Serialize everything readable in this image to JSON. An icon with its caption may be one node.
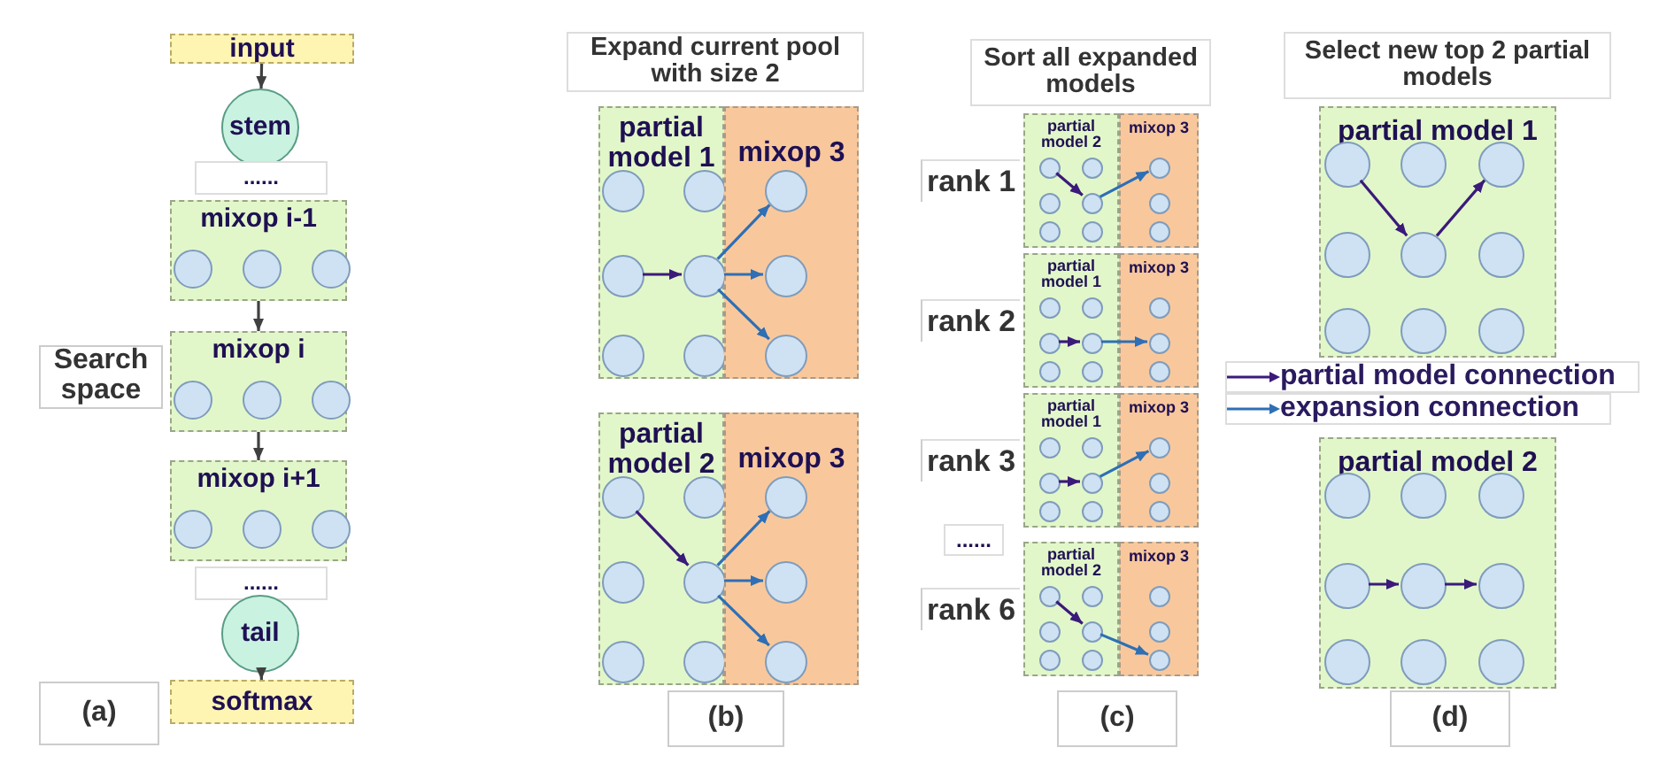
{
  "diagram": {
    "nodes": [
      {
        "text": [
          "input"
        ]
      },
      {
        "text": [
          "stem"
        ]
      },
      {
        "text": [
          "......"
        ]
      },
      {
        "text": [
          "mixop i-1"
        ]
      },
      {
        "text": [],
        "shape": "circle",
        "in": 3
      },
      {
        "text": [],
        "shape": "circle",
        "in": 3
      },
      {
        "text": [],
        "shape": "circle",
        "in": 3
      },
      {
        "text": [
          "mixop i"
        ]
      },
      {
        "text": [],
        "shape": "circle",
        "in": 7
      },
      {
        "text": [],
        "shape": "circle",
        "in": 7
      },
      {
        "text": [],
        "shape": "circle",
        "in": 7
      },
      {
        "text": [
          "mixop i+1"
        ]
      },
      {
        "text": [],
        "shape": "circle",
        "in": 11
      },
      {
        "text": [],
        "shape": "circle",
        "in": 11
      },
      {
        "text": [],
        "shape": "circle",
        "in": 11
      },
      {
        "text": [
          "......"
        ]
      },
      {
        "text": [
          "tail"
        ]
      },
      {
        "text": [
          "softmax"
        ]
      },
      {
        "text": [
          "Search space"
        ]
      },
      {
        "text": [
          "(a)"
        ]
      },
      {
        "text": [
          "Expand current pool with size 2"
        ]
      },
      {
        "text": [
          "partial model 1"
        ]
      },
      {
        "text": [],
        "shape": "circle",
        "in": 21
      },
      {
        "text": [],
        "shape": "circle",
        "in": 21
      },
      {
        "text": [],
        "shape": "circle",
        "in": 21
      },
      {
        "text": [],
        "shape": "circle",
        "in": 21
      },
      {
        "text": [],
        "shape": "circle",
        "in": 21
      },
      {
        "text": [],
        "shape": "circle",
        "in": 21
      },
      {
        "text": [
          "mixop 3"
        ]
      },
      {
        "text": [],
        "shape": "circle",
        "in": 28
      },
      {
        "text": [],
        "shape": "circle",
        "in": 28
      },
      {
        "text": [],
        "shape": "circle",
        "in": 28
      },
      {
        "text": [
          "partial model 2"
        ]
      },
      {
        "text": [],
        "shape": "circle",
        "in": 32
      },
      {
        "text": [],
        "shape": "circle",
        "in": 32
      },
      {
        "text": [],
        "shape": "circle",
        "in": 32
      },
      {
        "text": [],
        "shape": "circle",
        "in": 32
      },
      {
        "text": [],
        "shape": "circle",
        "in": 32
      },
      {
        "text": [],
        "shape": "circle",
        "in": 32
      },
      {
        "text": [
          "mixop 3"
        ]
      },
      {
        "text": [],
        "shape": "circle",
        "in": 39
      },
      {
        "text": [],
        "shape": "circle",
        "in": 39
      },
      {
        "text": [],
        "shape": "circle",
        "in": 39
      },
      {
        "text": [
          "(b)"
        ]
      },
      {
        "text": [
          "Sort all expanded models"
        ]
      },
      {
        "text": [
          "rank 1"
        ]
      },
      {
        "text": [
          "partial model 2"
        ]
      },
      {
        "text": [],
        "shape": "circle",
        "in": 46
      },
      {
        "text": [],
        "shape": "circle",
        "in": 46
      },
      {
        "text": [],
        "shape": "circle",
        "in": 46
      },
      {
        "text": [],
        "shape": "circle",
        "in": 46
      },
      {
        "text": [],
        "shape": "circle",
        "in": 46
      },
      {
        "text": [],
        "shape": "circle",
        "in": 46
      },
      {
        "text": [
          "mixop 3"
        ]
      },
      {
        "text": [],
        "shape": "circle",
        "in": 53
      },
      {
        "text": [],
        "shape": "circle",
        "in": 53
      },
      {
        "text": [],
        "shape": "circle",
        "in": 53
      },
      {
        "text": [
          "rank 2"
        ]
      },
      {
        "text": [
          "partial model 1"
        ]
      },
      {
        "text": [],
        "shape": "circle",
        "in": 58
      },
      {
        "text": [],
        "shape": "circle",
        "in": 58
      },
      {
        "text": [],
        "shape": "circle",
        "in": 58
      },
      {
        "text": [],
        "shape": "circle",
        "in": 58
      },
      {
        "text": [],
        "shape": "circle",
        "in": 58
      },
      {
        "text": [],
        "shape": "circle",
        "in": 58
      },
      {
        "text": [
          "mixop 3"
        ]
      },
      {
        "text": [],
        "shape": "circle",
        "in": 65
      },
      {
        "text": [],
        "shape": "circle",
        "in": 65
      },
      {
        "text": [],
        "shape": "circle",
        "in": 65
      },
      {
        "text": [
          "rank 3"
        ]
      },
      {
        "text": [
          "partial model 1"
        ]
      },
      {
        "text": [],
        "shape": "circle",
        "in": 70
      },
      {
        "text": [],
        "shape": "circle",
        "in": 70
      },
      {
        "text": [],
        "shape": "circle",
        "in": 70
      },
      {
        "text": [],
        "shape": "circle",
        "in": 70
      },
      {
        "text": [],
        "shape": "circle",
        "in": 70
      },
      {
        "text": [],
        "shape": "circle",
        "in": 70
      },
      {
        "text": [
          "mixop 3"
        ]
      },
      {
        "text": [],
        "shape": "circle",
        "in": 77
      },
      {
        "text": [],
        "shape": "circle",
        "in": 77
      },
      {
        "text": [],
        "shape": "circle",
        "in": 77
      },
      {
        "text": [
          "......"
        ]
      },
      {
        "text": [
          "rank 6"
        ]
      },
      {
        "text": [
          "partial model 2"
        ]
      },
      {
        "text": [],
        "shape": "circle",
        "in": 83
      },
      {
        "text": [],
        "shape": "circle",
        "in": 83
      },
      {
        "text": [],
        "shape": "circle",
        "in": 83
      },
      {
        "text": [],
        "shape": "circle",
        "in": 83
      },
      {
        "text": [],
        "shape": "circle",
        "in": 83
      },
      {
        "text": [],
        "shape": "circle",
        "in": 83
      },
      {
        "text": [
          "mixop 3"
        ]
      },
      {
        "text": [],
        "shape": "circle",
        "in": 90
      },
      {
        "text": [],
        "shape": "circle",
        "in": 90
      },
      {
        "text": [],
        "shape": "circle",
        "in": 90
      },
      {
        "text": [
          "(c)"
        ]
      },
      {
        "text": [
          "Select new top 2 partial models"
        ]
      },
      {
        "text": [
          "partial model 1"
        ]
      },
      {
        "text": [],
        "shape": "circle",
        "in": 96
      },
      {
        "text": [],
        "shape": "circle",
        "in": 96
      },
      {
        "text": [],
        "shape": "circle",
        "in": 96
      },
      {
        "text": [],
        "shape": "circle",
        "in": 96
      },
      {
        "text": [],
        "shape": "circle",
        "in": 96
      },
      {
        "text": [],
        "shape": "circle",
        "in": 96
      },
      {
        "text": [],
        "shape": "circle",
        "in": 96
      },
      {
        "text": [],
        "shape": "circle",
        "in": 96
      },
      {
        "text": [],
        "shape": "circle",
        "in": 96
      },
      {
        "text": [
          "partial model 2"
        ]
      },
      {
        "text": [],
        "shape": "circle",
        "in": 106
      },
      {
        "text": [],
        "shape": "circle",
        "in": 106
      },
      {
        "text": [],
        "shape": "circle",
        "in": 106
      },
      {
        "text": [],
        "shape": "circle",
        "in": 106
      },
      {
        "text": [],
        "shape": "circle",
        "in": 106
      },
      {
        "text": [],
        "shape": "circle",
        "in": 106
      },
      {
        "text": [],
        "shape": "circle",
        "in": 106
      },
      {
        "text": [],
        "shape": "circle",
        "in": 106
      },
      {
        "text": [],
        "shape": "circle",
        "in": 106
      },
      {
        "text": [
          "(d)"
        ]
      }
    ],
    "edges": [
      {
        "from": 0,
        "to": 1,
        "arrow": "to"
      },
      {
        "from": 3,
        "to": 7,
        "arrow": "to"
      },
      {
        "from": 7,
        "to": 11,
        "arrow": "to"
      },
      {
        "from": 16,
        "to": 17,
        "arrow": "to"
      },
      {
        "from": 24,
        "to": 25,
        "arrow": "to",
        "color": "#3b1a7a"
      },
      {
        "from": 25,
        "to": 29,
        "arrow": "to",
        "color": "#2e6fb5"
      },
      {
        "from": 25,
        "to": 30,
        "arrow": "to",
        "color": "#2e6fb5"
      },
      {
        "from": 25,
        "to": 31,
        "arrow": "to",
        "color": "#2e6fb5"
      },
      {
        "from": 33,
        "to": 36,
        "arrow": "to",
        "color": "#3b1a7a"
      },
      {
        "from": 36,
        "to": 40,
        "arrow": "to",
        "color": "#2e6fb5"
      },
      {
        "from": 36,
        "to": 41,
        "arrow": "to",
        "color": "#2e6fb5"
      },
      {
        "from": 36,
        "to": 42,
        "arrow": "to",
        "color": "#2e6fb5"
      },
      {
        "from": 47,
        "to": 50,
        "arrow": "to",
        "color": "#3b1a7a"
      },
      {
        "from": 50,
        "to": 54,
        "arrow": "to",
        "color": "#2e6fb5"
      },
      {
        "from": 61,
        "to": 62,
        "arrow": "to",
        "color": "#3b1a7a"
      },
      {
        "from": 62,
        "to": 67,
        "arrow": "to",
        "color": "#2e6fb5"
      },
      {
        "from": 73,
        "to": 74,
        "arrow": "to",
        "color": "#3b1a7a"
      },
      {
        "from": 74,
        "to": 78,
        "arrow": "to",
        "color": "#2e6fb5"
      },
      {
        "from": 84,
        "to": 87,
        "arrow": "to",
        "color": "#3b1a7a"
      },
      {
        "from": 87,
        "to": 93,
        "arrow": "to",
        "color": "#2e6fb5"
      },
      {
        "from": 97,
        "to": 101,
        "arrow": "to",
        "color": "#3b1a7a"
      },
      {
        "from": 101,
        "to": 99,
        "arrow": "to",
        "color": "#3b1a7a"
      },
      {
        "from": 110,
        "to": 111,
        "arrow": "to",
        "color": "#3b1a7a"
      },
      {
        "from": 111,
        "to": 112,
        "arrow": "to",
        "color": "#3b1a7a"
      }
    ],
    "legend": [
      {
        "text": "partial model connection"
      },
      {
        "text": "expansion connection"
      }
    ]
  }
}
